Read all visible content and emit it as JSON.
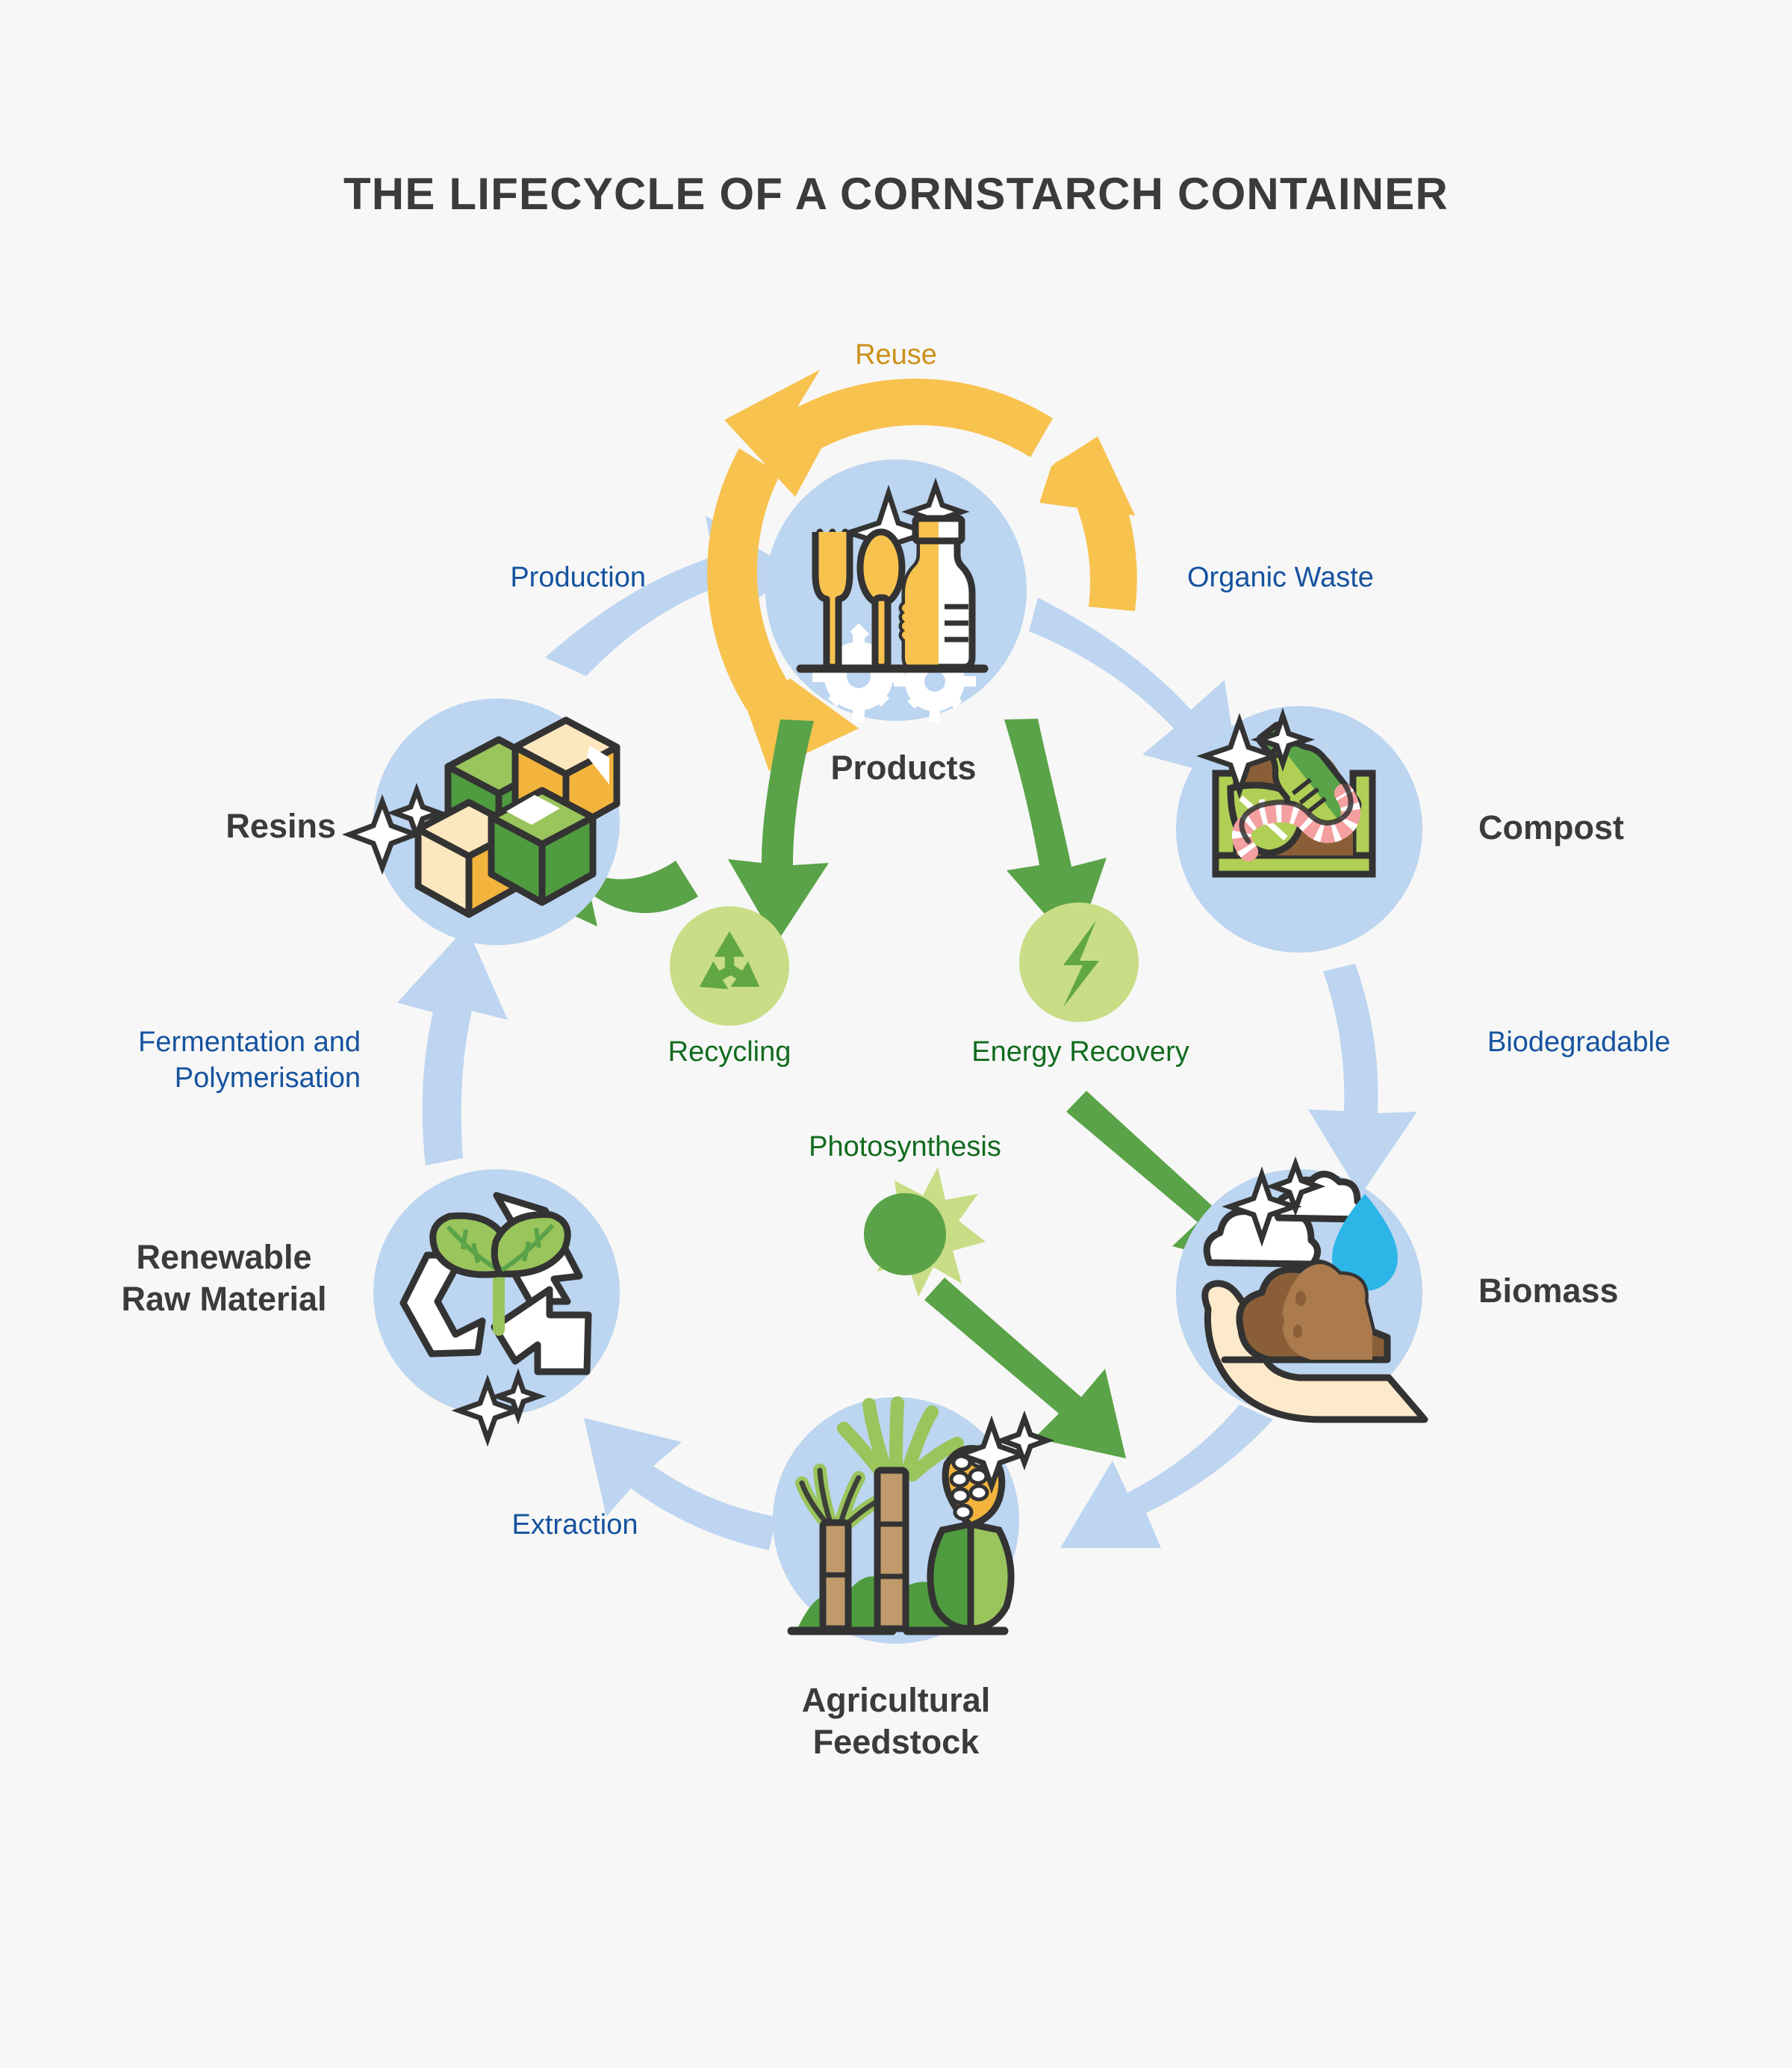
{
  "title": "THE LIFECYCLE OF A CORNSTARCH CONTAINER",
  "colors": {
    "background": "#f7f7f7",
    "node_circle": "#bcd5f0",
    "arrow_blue": "#bdd5f0",
    "arrow_green": "#5aa348",
    "arrow_yellow": "#f8c24f",
    "label_dark": "#3b3b3b",
    "label_blue": "#15539f",
    "label_green": "#116b1e",
    "label_amber": "#cc9018",
    "badge_fill": "#c8dd85",
    "badge_icon": "#61a744",
    "outline": "#333333"
  },
  "nodes": [
    {
      "id": "products",
      "label": "Products",
      "icon": "cutlery-bottle-gears-icon"
    },
    {
      "id": "compost",
      "label": "Compost",
      "icon": "compost-bin-worm-icon"
    },
    {
      "id": "biomass",
      "label": "Biomass",
      "icon": "hand-soil-cloud-drop-icon"
    },
    {
      "id": "feedstock",
      "label_line1": "Agricultural",
      "label_line2": "Feedstock",
      "icon": "sugarcane-corn-icon"
    },
    {
      "id": "renewable",
      "label_line1": "Renewable",
      "label_line2": "Raw Material",
      "icon": "recycle-leaves-icon"
    },
    {
      "id": "resins",
      "label": "Resins",
      "icon": "resin-cubes-icon"
    }
  ],
  "badges": [
    {
      "id": "recycling",
      "label": "Recycling",
      "icon": "recycle-icon"
    },
    {
      "id": "energy_recovery",
      "label": "Energy Recovery",
      "icon": "lightning-bolt-icon"
    },
    {
      "id": "photosynthesis",
      "label": "Photosynthesis",
      "icon": "sun-burst-icon"
    }
  ],
  "flow_labels": [
    {
      "id": "reuse",
      "label": "Reuse",
      "color": "amber"
    },
    {
      "id": "production",
      "label": "Production",
      "color": "blue"
    },
    {
      "id": "organic_waste",
      "label": "Organic Waste",
      "color": "blue"
    },
    {
      "id": "biodegradable",
      "label": "Biodegradable",
      "color": "blue"
    },
    {
      "id": "extraction",
      "label": "Extraction",
      "color": "blue"
    },
    {
      "id": "fermentation",
      "label_line1": "Fermentation and",
      "label_line2": "Polymerisation",
      "color": "blue"
    }
  ]
}
